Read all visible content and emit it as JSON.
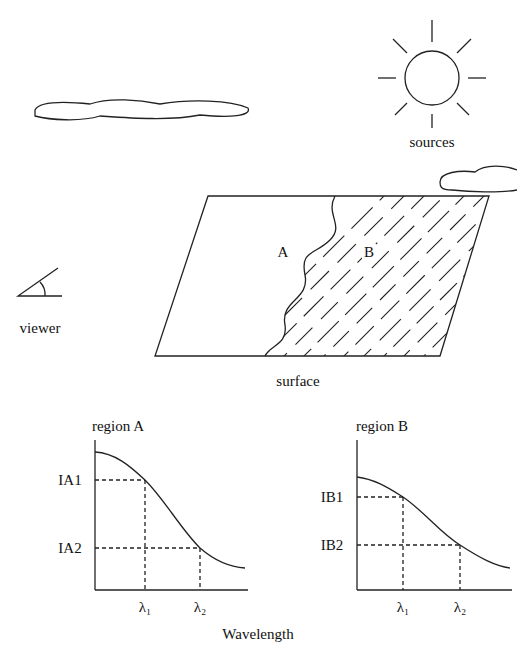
{
  "diagram": {
    "labels": [
      "sources",
      "A",
      "B",
      "viewer",
      "surface",
      "region A",
      "region B",
      "IA1",
      "IA2",
      "λ₁",
      "λ₂",
      "IB1",
      "IB2",
      "λ₁",
      "λ₂",
      "Wavelength"
    ]
  }
}
